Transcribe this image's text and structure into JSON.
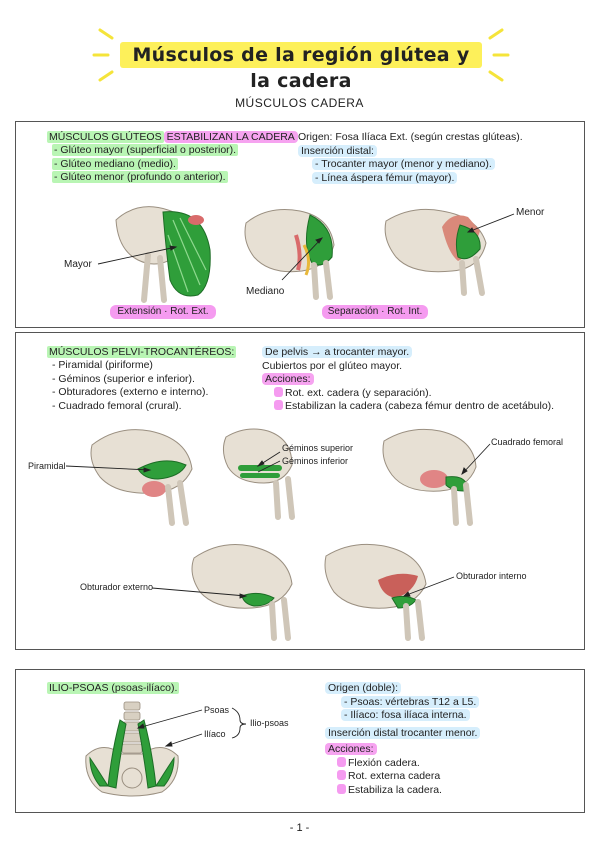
{
  "title": "Músculos de la región glútea y la cadera",
  "subtitle": "MÚSCULOS CADERA",
  "sec1": {
    "heading_a": "MÚSCULOS GLÚTEOS",
    "heading_b": "ESTABILIZAN LA CADERA",
    "items": [
      "- Glúteo mayor (superficial o posterior).",
      "- Glúteo mediano (medio).",
      "- Glúteo menor (profundo o anterior)."
    ],
    "origin": "Origen: Fosa Ilíaca Ext. (según crestas glúteas).",
    "insertion": "Inserción distal:",
    "insertion_items": [
      "- Trocanter mayor (menor y mediano).",
      "- Línea áspera fémur (mayor)."
    ],
    "labels": {
      "mayor": "Mayor",
      "mediano": "Mediano",
      "menor": "Menor"
    },
    "badge_1": "Extensión · Rot. Ext.",
    "badge_2": "Separación · Rot. Int."
  },
  "sec2": {
    "heading": "MÚSCULOS PELVI-TROCANTÉREOS:",
    "items": [
      "- Piramidal (piriforme)",
      "- Géminos (superior e inferior).",
      "- Obturadores (externo e interno).",
      "- Cuadrado femoral (crural)."
    ],
    "line1": "De pelvis → a trocanter mayor.",
    "line2": "Cubiertos por el glúteo mayor.",
    "acciones": "Acciones:",
    "actions": [
      "Rot. ext. cadera (y separación).",
      "Estabilizan la cadera (cabeza fémur dentro de acetábulo)."
    ],
    "labels": {
      "piramidal": "Piramidal",
      "gem_sup": "Géminos superior",
      "gem_inf": "Géminos inferior",
      "cuadrado": "Cuadrado femoral",
      "obt_ext": "Obturador externo",
      "obt_int": "Obturador interno"
    }
  },
  "sec3": {
    "heading": "ILIO-PSOAS (psoas-ilíaco).",
    "origin": "Origen (doble):",
    "origin_items": [
      "- Psoas: vértebras T12 a L5.",
      "- Ilíaco: fosa ilíaca interna."
    ],
    "insertion": "Inserción distal trocanter menor.",
    "acciones": "Acciones:",
    "actions": [
      "Flexión cadera.",
      "Rot. externa cadera",
      "Estabiliza la cadera."
    ],
    "labels": {
      "psoas": "Psoas",
      "iliaco": "Ilíaco",
      "iliopsoas": "Ilio-psoas"
    }
  },
  "page_number": "- 1 -",
  "colors": {
    "title_highlight": "#fdf05a",
    "green_highlight": "#b9f5b4",
    "pink_highlight": "#f6a3f0",
    "blue_highlight": "#d6eefc",
    "muscle_green": "#2f9e3a",
    "bone": "#e7e0d4"
  }
}
